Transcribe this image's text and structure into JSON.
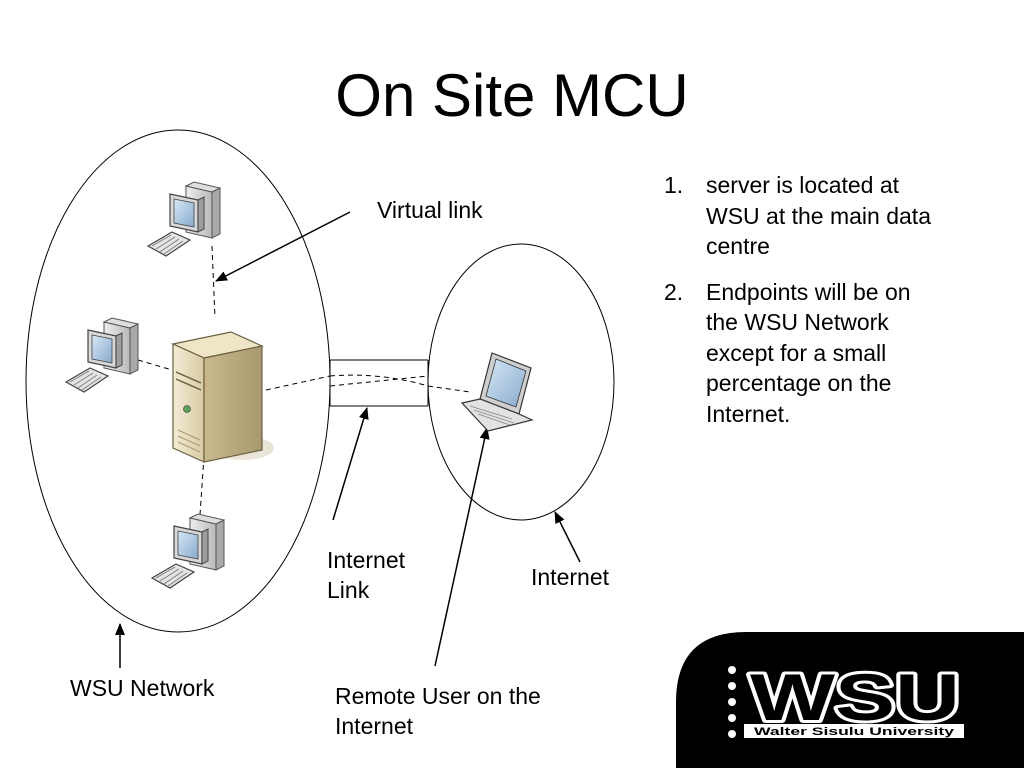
{
  "slide": {
    "title": "On Site MCU"
  },
  "labels": {
    "virtual_link": "Virtual link",
    "internet_link_line1": "Internet",
    "internet_link_line2": "Link",
    "internet": "Internet",
    "wsu_network": "WSU Network",
    "remote_user_line1": "Remote User on the",
    "remote_user_line2": "Internet"
  },
  "bullets": [
    {
      "number": "1.",
      "lines": [
        "server is located at",
        "WSU at the main data",
        "centre"
      ]
    },
    {
      "number": "2.",
      "lines": [
        "Endpoints will be on",
        "the WSU Network",
        "except for a small",
        "percentage on the",
        "Internet."
      ]
    }
  ],
  "logo": {
    "text": "WSU",
    "subtitle": "Walter Sisulu University"
  },
  "icons": [
    "desktop-computer-icon",
    "server-tower-icon",
    "laptop-icon",
    "wsu-logo"
  ]
}
